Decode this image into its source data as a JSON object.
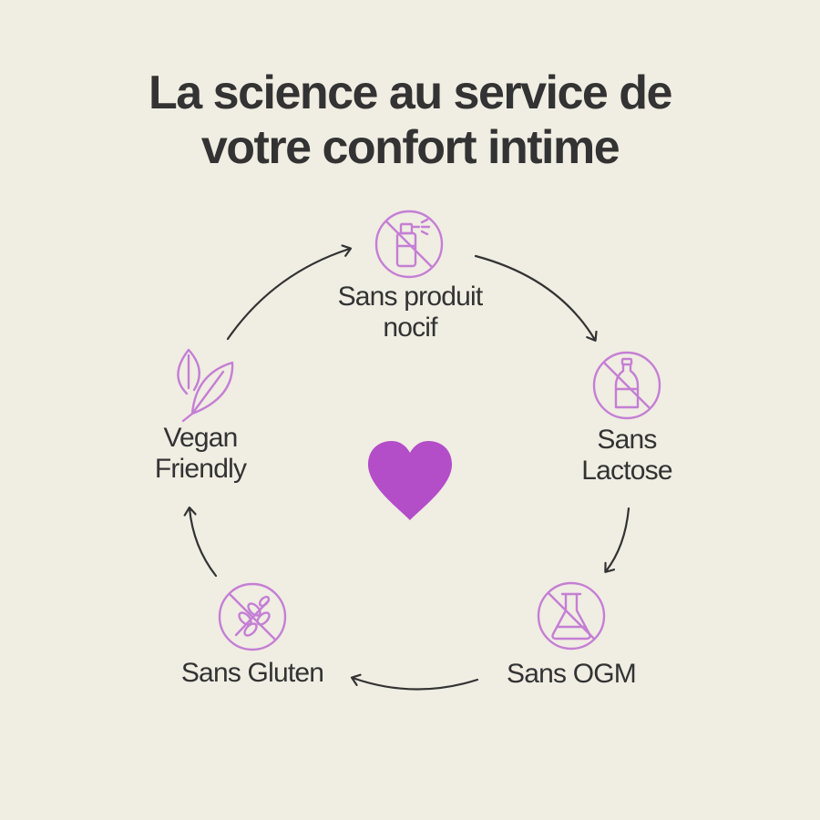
{
  "title": {
    "line1": "La science au service de",
    "line2": "votre confort intime"
  },
  "nodes": [
    {
      "id": "sans-produit-nocif",
      "line1": "Sans produit",
      "line2": "nocif",
      "icon": "no-spray-icon"
    },
    {
      "id": "sans-lactose",
      "line1": "Sans",
      "line2": "Lactose",
      "icon": "no-bottle-icon"
    },
    {
      "id": "sans-ogm",
      "line1": "Sans OGM",
      "line2": "",
      "icon": "no-flask-icon"
    },
    {
      "id": "sans-gluten",
      "line1": "Sans Gluten",
      "line2": "",
      "icon": "no-wheat-icon"
    },
    {
      "id": "vegan-friendly",
      "line1": "Vegan",
      "line2": "Friendly",
      "icon": "leaf-icon"
    }
  ],
  "center_icon": "heart-icon",
  "colors": {
    "background": "#f0ede3",
    "text": "#333333",
    "icon_stroke": "#c47fd4",
    "heart": "#b34dc8",
    "arrow": "#333333"
  }
}
